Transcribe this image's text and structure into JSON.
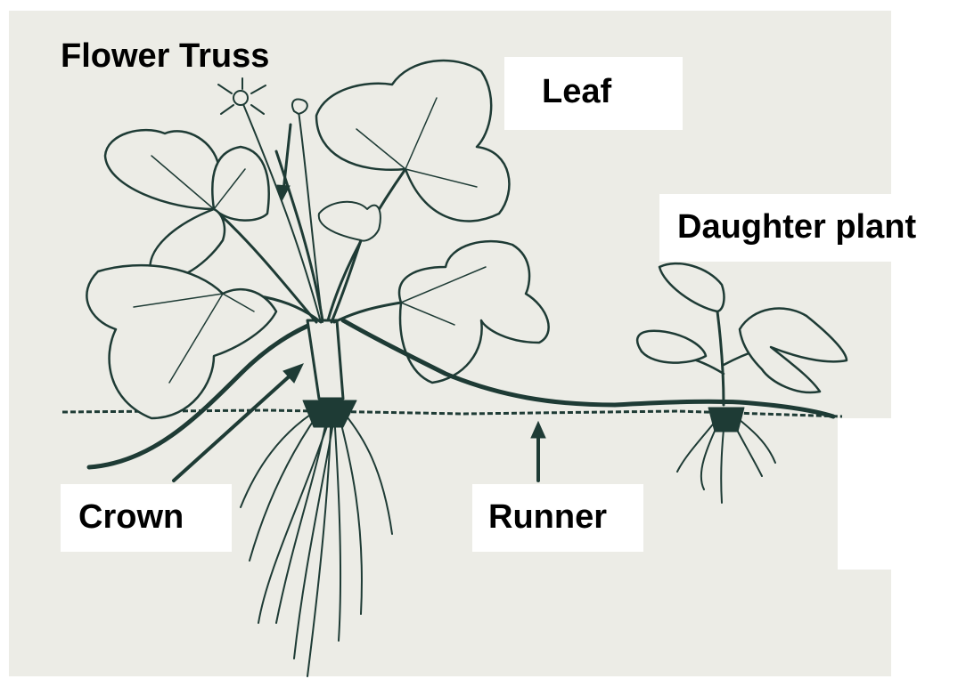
{
  "labels": {
    "flower_truss": "Flower Truss",
    "leaf": "Leaf",
    "daughter_plant": "Daughter plant",
    "crown": "Crown",
    "runner": "Runner"
  },
  "colors": {
    "paper": "#ecece6",
    "ink": "#1e3b35",
    "label_background": "#ffffff",
    "label_text": "#000000"
  }
}
